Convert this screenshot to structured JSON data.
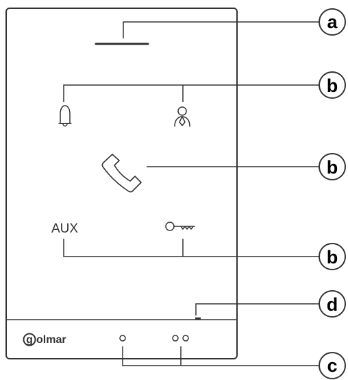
{
  "device": {
    "aux_label": "AUX",
    "brand": {
      "initial": "g",
      "name": "olmar"
    }
  },
  "callouts": {
    "a": "a",
    "b_top": "b",
    "b_mid": "b",
    "b_bottom": "b",
    "c": "c",
    "d": "d"
  },
  "icons": [
    "speaker-grille-icon",
    "bell-icon",
    "concierge-icon",
    "phone-handset-icon",
    "key-icon",
    "led-indicator-icon",
    "microphone-hole-icon"
  ],
  "colors": {
    "stroke": "#333333",
    "background": "#ffffff"
  }
}
